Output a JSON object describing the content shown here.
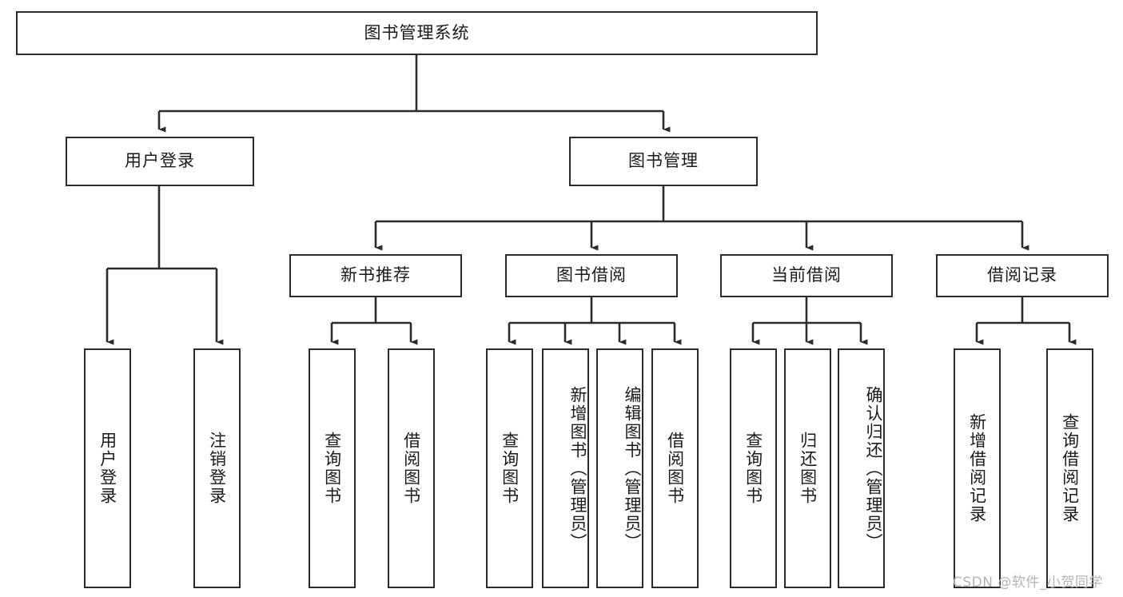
{
  "diagram": {
    "type": "tree-hierarchy-chart",
    "title": "图书管理系统",
    "line_color": "#2b2b2b",
    "box_fill": "#ffffff",
    "text_color": "#1a1a1a",
    "nodes": {
      "root": {
        "label": "图书管理系统"
      },
      "level2": [
        {
          "label": "用户登录"
        },
        {
          "label": "图书管理"
        }
      ],
      "level3": [
        {
          "label": "新书推荐"
        },
        {
          "label": "图书借阅"
        },
        {
          "label": "当前借阅"
        },
        {
          "label": "借阅记录"
        }
      ],
      "leaves": {
        "user_login": [
          {
            "label": "用户登录"
          },
          {
            "label": "注销登录"
          }
        ],
        "new_book_recommend": [
          {
            "label": "查询图书"
          },
          {
            "label": "借阅图书"
          }
        ],
        "book_borrow": [
          {
            "label": "查询图书"
          },
          {
            "label": "新增图书（管理员）"
          },
          {
            "label": "编辑图书（管理员）"
          },
          {
            "label": "借阅图书"
          }
        ],
        "current_borrow": [
          {
            "label": "查询图书"
          },
          {
            "label": "归还图书"
          },
          {
            "label": "确认归还（管理员）"
          }
        ],
        "borrow_records": [
          {
            "label": "新增借阅记录"
          },
          {
            "label": "查询借阅记录"
          }
        ]
      }
    }
  },
  "watermark": {
    "text": "CSDN @软件_小贺同学"
  }
}
